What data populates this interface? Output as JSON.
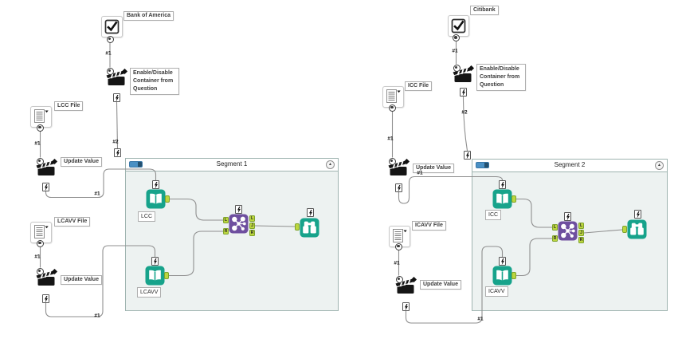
{
  "connection_labels": {
    "one": "#1",
    "two": "#2"
  },
  "left": {
    "checkbox_annotation": "Bank of America",
    "action_annotation": "Enable/Disable Container from Question",
    "file1_annotation": "LCC File",
    "update1_annotation": "Update Value",
    "file2_annotation": "LCAVV File",
    "update2_annotation": "Update Value",
    "container_title": "Segment 1",
    "book1_label": "LCC",
    "book2_label": "LCAVV"
  },
  "right": {
    "checkbox_annotation": "Citibank",
    "action_annotation": "Enable/Disable Container from Question",
    "file1_annotation": "ICC File",
    "update1_annotation": "Update Value",
    "file2_annotation": "ICAVV File",
    "update2_annotation": "Update Value",
    "container_title": "Segment 2",
    "book1_label": "ICC",
    "book2_label": "ICAVV"
  },
  "join_anchors": {
    "in_left": "L",
    "in_right": "R",
    "out_left": "L",
    "out_join": "J",
    "out_right": "R"
  },
  "ui": {
    "collapse_glyph": "▴"
  },
  "colors": {
    "tool_teal": "#17A38B",
    "join_purple": "#6E4F9F",
    "anchor_green": "#BCD63F",
    "container_fill": "#EDF2F1",
    "toggle_blue": "#4A90C4",
    "wire_gray": "#8F8F8F"
  }
}
